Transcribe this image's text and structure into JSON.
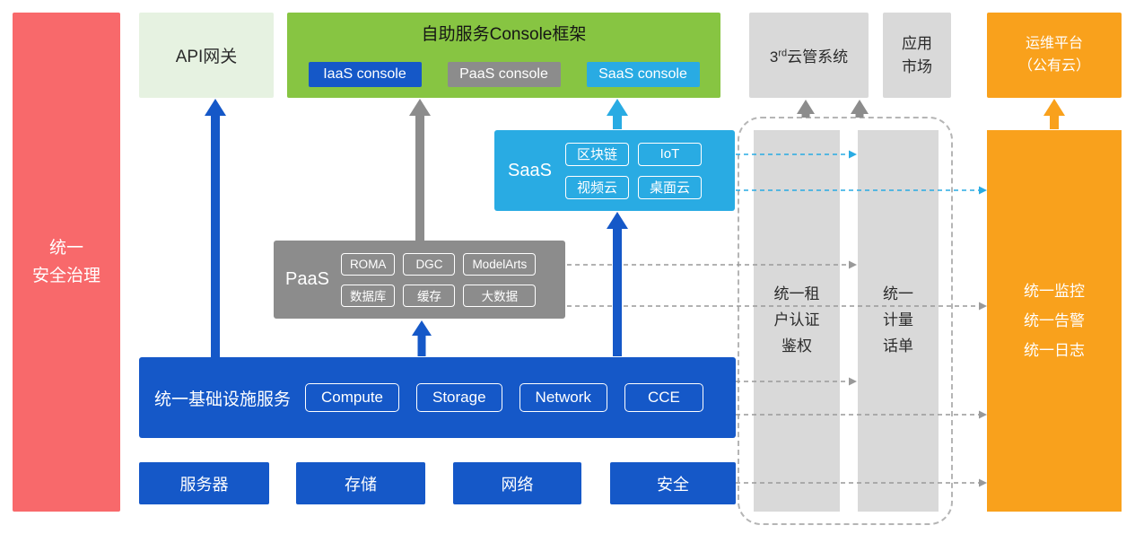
{
  "colors": {
    "red": "#F8696B",
    "green": "#87C542",
    "light-green": "#E6F2E1",
    "blue": "#1558C8",
    "cyan": "#29ABE3",
    "gray": "#8C8C8C",
    "light-gray": "#D9D9D9",
    "orange": "#F9A11C",
    "line-gray": "#999999",
    "dash-border": "#B5B5B5",
    "text-dark": "#2B2B2B"
  },
  "left_bar": {
    "label": "统一\n安全治理"
  },
  "top_row": {
    "api_gateway": {
      "label": "API网关"
    },
    "console_frame": {
      "title": "自助服务Console框架",
      "buttons": [
        {
          "label": "IaaS console"
        },
        {
          "label": "PaaS console"
        },
        {
          "label": "SaaS console"
        }
      ]
    },
    "third_party_cloud": {
      "prefix": "3",
      "superscript": "rd",
      "rest": "云管系统"
    },
    "app_market": {
      "label": "应用\n市场"
    },
    "om_platform": {
      "label": "运维平台\n（公有云）"
    }
  },
  "saas": {
    "label": "SaaS",
    "chips": [
      "区块链",
      "IoT",
      "视频云",
      "桌面云"
    ]
  },
  "paas": {
    "label": "PaaS",
    "chips": [
      "ROMA",
      "DGC",
      "ModelArts",
      "数据库",
      "缓存",
      "大数据"
    ]
  },
  "iaas": {
    "label": "统一基础设施服务",
    "chips": [
      "Compute",
      "Storage",
      "Network",
      "CCE"
    ]
  },
  "hardware_row": [
    {
      "label": "服务器"
    },
    {
      "label": "存储"
    },
    {
      "label": "网络"
    },
    {
      "label": "安全"
    }
  ],
  "right_bars": {
    "tenant_auth": {
      "label": "统一租\n户认证\n鉴权"
    },
    "metering": {
      "label": "统一\n计量\n话单"
    },
    "monitoring": {
      "label": "统一监控\n统一告警\n统一日志"
    }
  }
}
